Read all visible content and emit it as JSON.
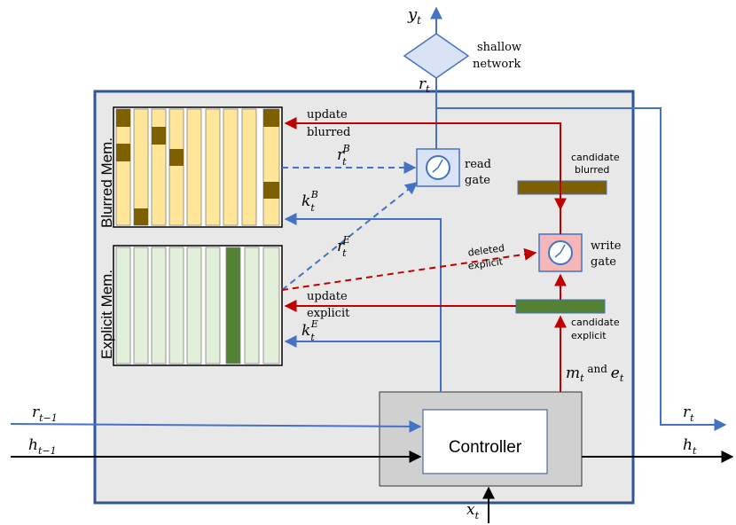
{
  "labels": {
    "output": "y",
    "output_sub": "t",
    "shallow_network_line1": "shallow",
    "shallow_network_line2": "network",
    "read_vector": "r",
    "read_vector_sub": "t",
    "blurred_memory": "Blurred Mem.",
    "explicit_memory": "Explicit Mem.",
    "update_blurred_line1": "update",
    "update_blurred_line2": "blurred",
    "read_blurred": "r",
    "read_blurred_sub": "t",
    "read_blurred_sup": "B",
    "key_blurred": "k",
    "key_blurred_sub": "t",
    "key_blurred_sup": "B",
    "read_explicit": "r",
    "read_explicit_sub": "t",
    "read_explicit_sup": "E",
    "key_explicit": "k",
    "key_explicit_sub": "t",
    "key_explicit_sup": "E",
    "read_gate_line1": "read",
    "read_gate_line2": "gate",
    "write_gate_line1": "write",
    "write_gate_line2": "gate",
    "candidate_blurred_line1": "candidate",
    "candidate_blurred_line2": "blurred",
    "candidate_explicit_line1": "candidate",
    "candidate_explicit_line2": "explicit",
    "deleted_explicit_line1": "deleted",
    "deleted_explicit_line2": "explicit",
    "update_explicit_line1": "update",
    "update_explicit_line2": "explicit",
    "m_and_e_m": "m",
    "m_and_e_sub1": "t",
    "m_and_e_and": " and ",
    "m_and_e_e": "e",
    "m_and_e_sub2": "t",
    "controller": "Controller",
    "r_prev": "r",
    "r_prev_sub": "t−1",
    "h_prev": "h",
    "h_prev_sub": "t−1",
    "r_out": "r",
    "r_out_sub": "t",
    "h_out": "h",
    "h_out_sub": "t",
    "input": "x",
    "input_sub": "t"
  },
  "colors": {
    "blue": "#4472c4",
    "red": "#c00000",
    "black": "#000000",
    "panel": "#e8e8e8",
    "panel_border": "#2f5597",
    "blurred_fill": "#ffe699",
    "blurred_mark": "#7f6000",
    "explicit_fill": "#e2efda",
    "explicit_mark": "#548235",
    "controller_outer": "#d0d0d0",
    "gate_read_fill": "#dae3f3",
    "gate_write_fill": "#f4b6b6",
    "diamond_fill": "#dae3f3"
  },
  "icons": [
    "clock-gauge-icon"
  ]
}
